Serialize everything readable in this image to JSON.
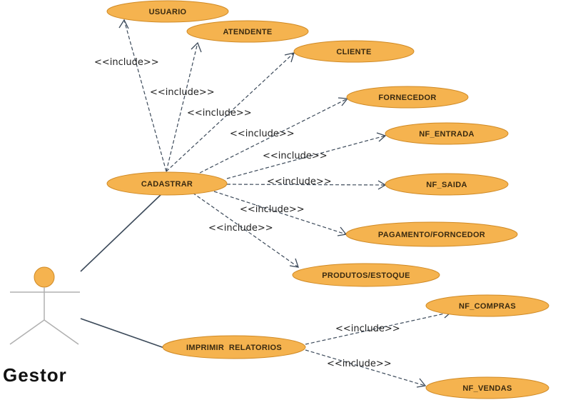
{
  "actor": {
    "name": "Gestor",
    "colors": {
      "head": "#f5b34f",
      "body": "#b0b0b0"
    }
  },
  "colors": {
    "use_case_fill": "#f5b34f",
    "use_case_border": "#d08a25",
    "line": "#3c4a5a"
  },
  "use_cases": {
    "usuario": "USUARIO",
    "atendente": "ATENDENTE",
    "cliente": "CLIENTE",
    "fornecedor": "FORNECEDOR",
    "nf_entrada": "NF_ENTRADA",
    "nf_saida": "NF_SAIDA",
    "pagamento": "PAGAMENTO/FORNCEDOR",
    "produtos": "PRODUTOS/ESTOQUE",
    "cadastrar": "CADASTRAR",
    "imprimir": "IMPRIMIR  RELATORIOS",
    "nf_compras": "NF_COMPRAS",
    "nf_vendas": "NF_VENDAS"
  },
  "relations": {
    "include_usuario": "<<include>>",
    "include_atendente": "<<include>>",
    "include_cliente": "<<include>>",
    "include_fornecedor": "<<include>>",
    "include_nf_entrada": "<<include>>",
    "include_nf_saida": "<<include>>",
    "include_pagamento": "<<include>>",
    "include_produtos": "<<include>>",
    "include_nf_compras": "<<include>>",
    "include_nf_vendas": "<<include>>"
  }
}
